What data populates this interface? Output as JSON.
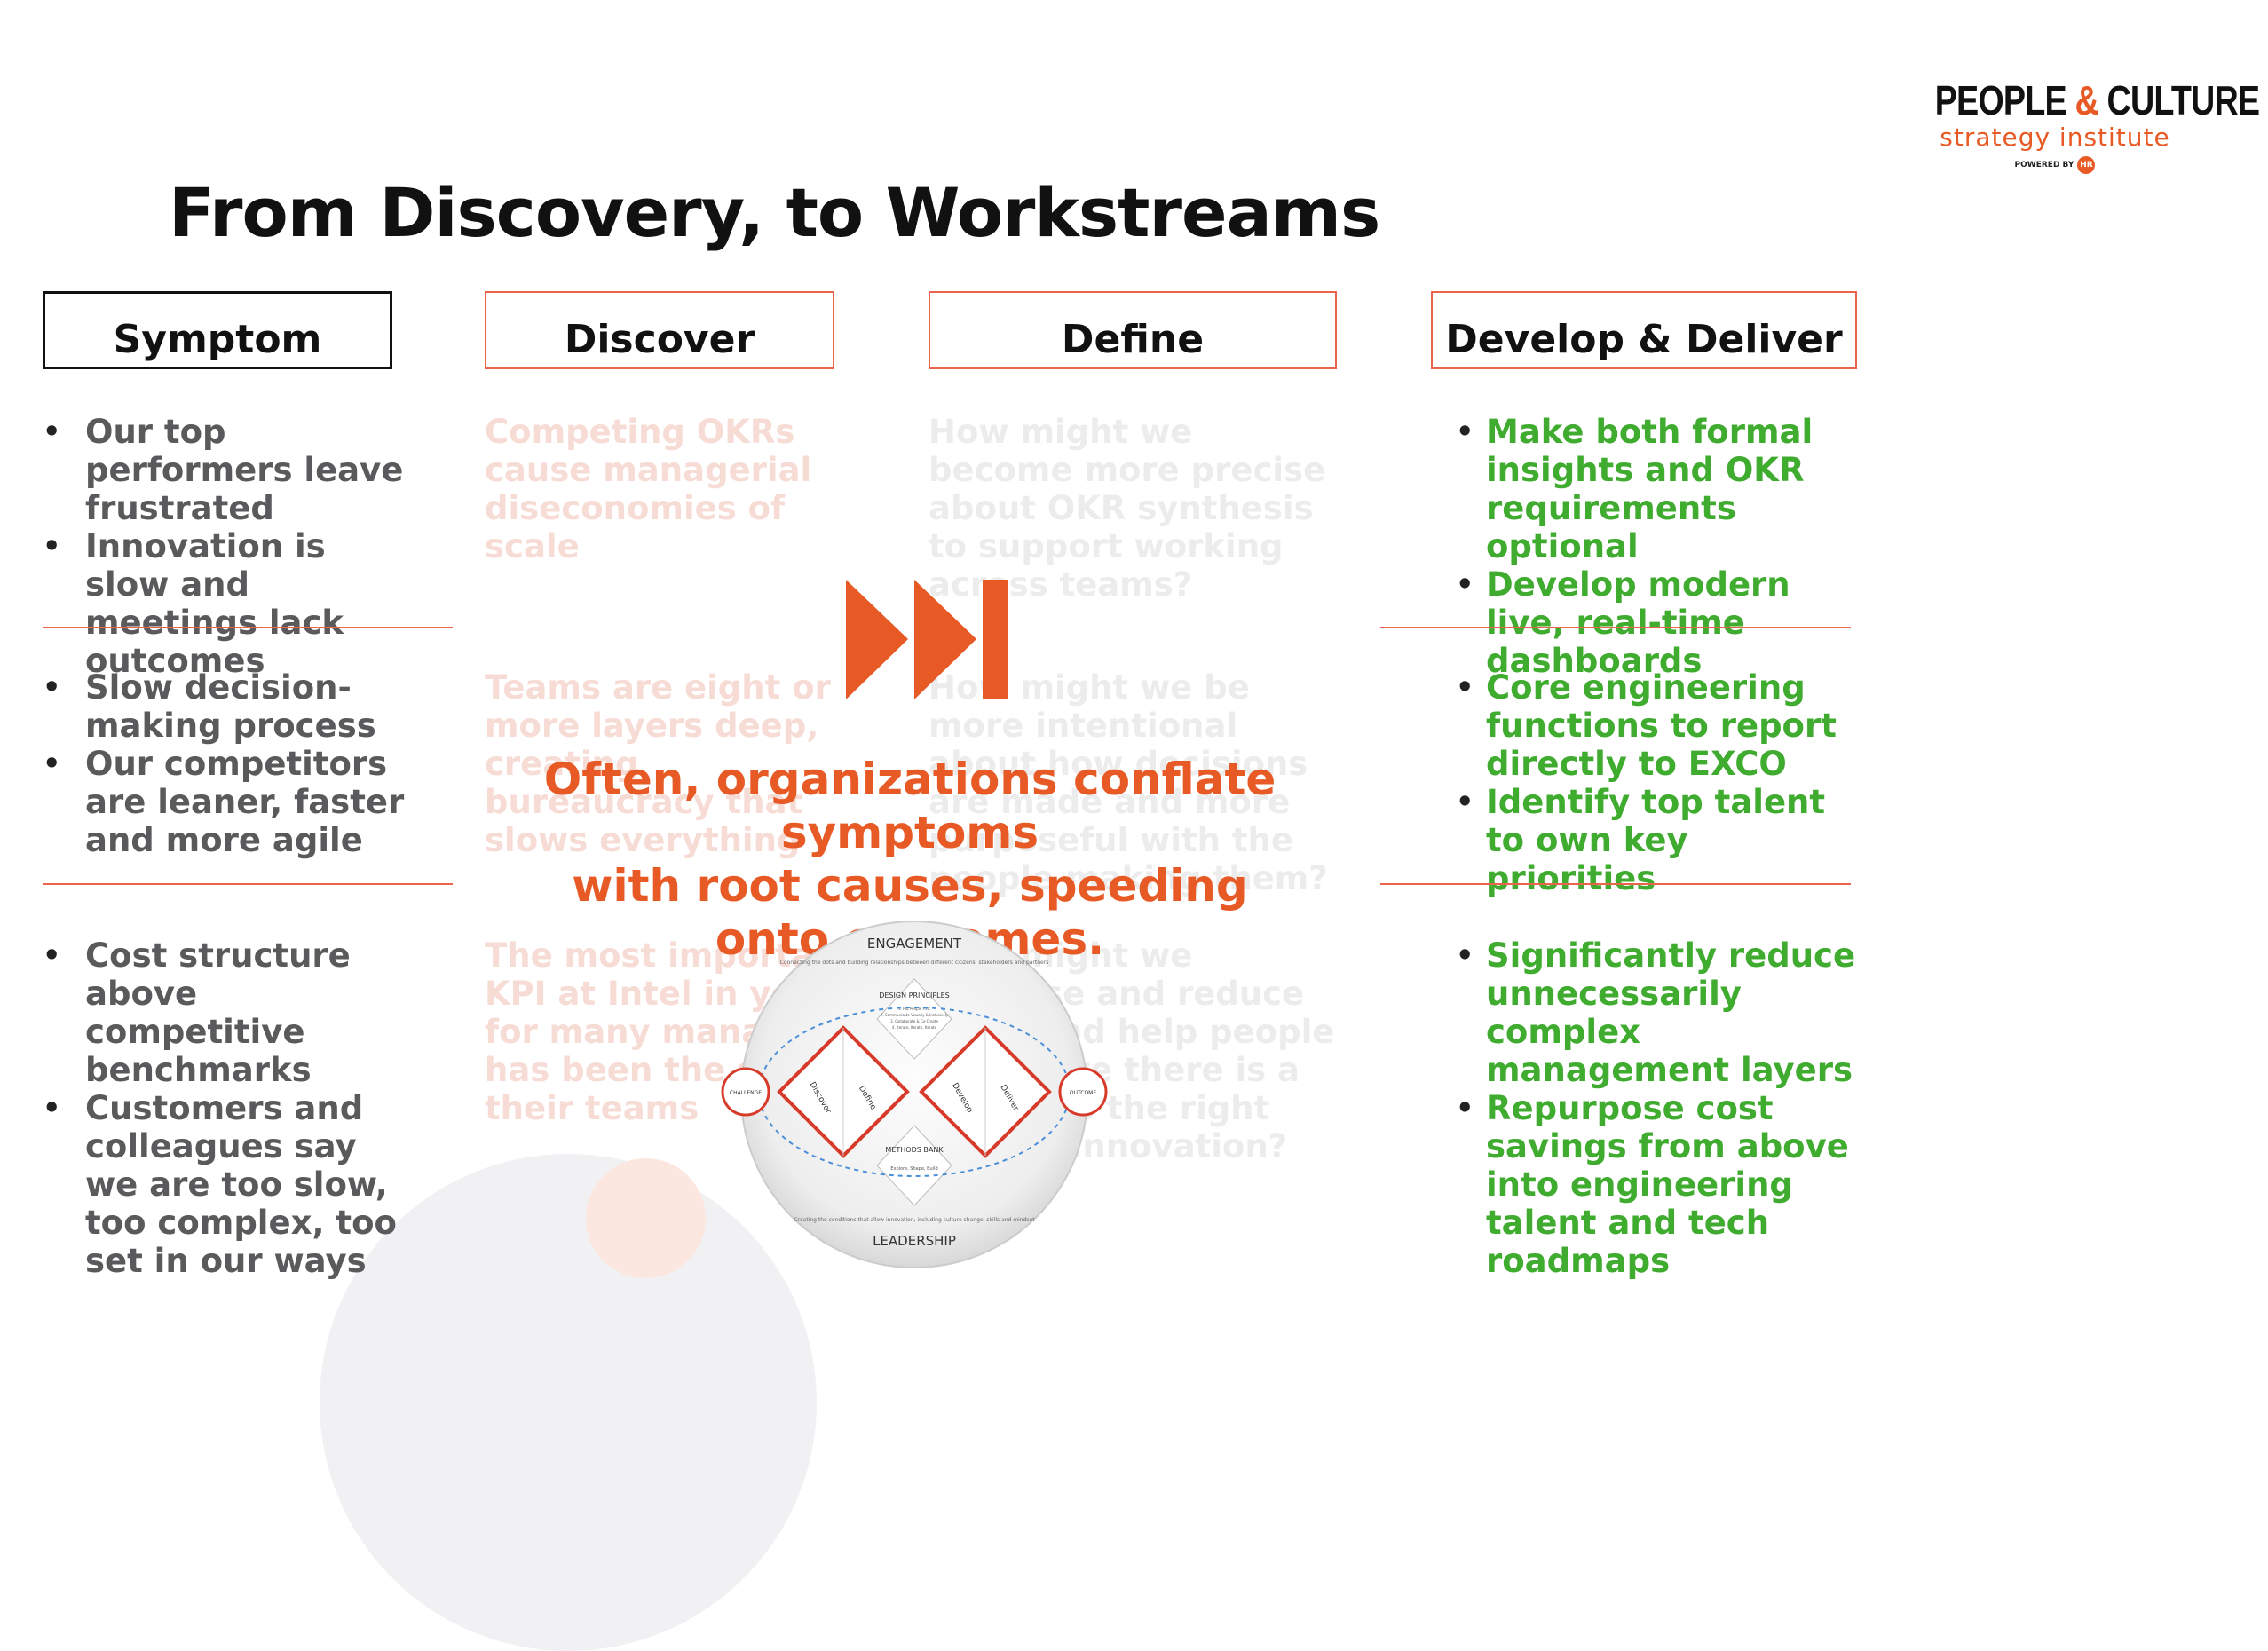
{
  "title": "From Discovery, to Workstreams",
  "logo": {
    "line1_a": "PEOPLE",
    "line1_amp": "&",
    "line1_b": "CULTURE",
    "line2": "strategy institute",
    "powered_by": "POWERED BY",
    "powered_mark": "HR"
  },
  "columns": {
    "symptom": "Symptom",
    "discover": "Discover",
    "define": "Define",
    "develop_deliver": "Develop & Deliver"
  },
  "rows": [
    {
      "symptom": [
        "Our top performers leave frustrated",
        "Innovation is slow and  meetings lack outcomes"
      ],
      "discover": "Competing OKRs cause managerial diseconomies of scale",
      "define": "How might we become more precise about OKR synthesis to support working across teams?",
      "develop_deliver": [
        "Make both formal insights and OKR requirements optional",
        "Develop modern live, real-time dashboards"
      ]
    },
    {
      "symptom": [
        "Slow decision-making process",
        "Our competitors are leaner, faster and more agile"
      ],
      "discover": "Teams are eight or more layers deep, creating bureaucracy that slows everything",
      "define": "How might we be more intentional about how decisions are made and more purposeful with the people making them?",
      "develop_deliver": [
        "Core engineering functions to report directly to EXCO",
        "Identify top talent to own key priorities"
      ]
    },
    {
      "symptom": [
        "Cost structure above competitive benchmarks",
        "Customers and colleagues say we are too slow, too complex, too set in our ways"
      ],
      "discover": "The most important KPI at Intel in years for many managers has been the size of their teams",
      "define": "How might we increase and reduce costs and help people to believe there is a return to the right type of innovation?",
      "develop_deliver": [
        "Significantly reduce unnecessarily complex management layers",
        "Repurpose cost savings from above into engineering talent and tech roadmaps"
      ]
    }
  ],
  "overlay": {
    "line1": "Often, organizations conflate symptoms",
    "line2": "with root causes, speeding",
    "line3": "onto outcomes."
  },
  "diagram": {
    "top_label": "ENGAGEMENT",
    "top_sub": "Connecting the dots and building relationships between different citizens, stakeholders and partners",
    "bottom_label": "LEADERSHIP",
    "bottom_sub": "Creating the conditions that allow innovation, including culture change, skills and mindset",
    "design_principles": "DESIGN PRINCIPLES",
    "principles": [
      "1. Put People First",
      "2. Communicate Visually & Inclusively",
      "3. Collaborate & Co-Create",
      "4. Iterate, Iterate, Iterate"
    ],
    "methods_bank": "METHODS BANK",
    "methods_sub": "Explore, Shape, Build",
    "challenge": "CHALLENGE",
    "outcome": "OUTCOME",
    "phases": [
      "Discover",
      "Define",
      "Develop",
      "Deliver"
    ]
  },
  "colors": {
    "accent": "#e85a25",
    "divider": "#e9644a",
    "green": "#3fab2f",
    "grey_text": "#5a5a5c"
  }
}
